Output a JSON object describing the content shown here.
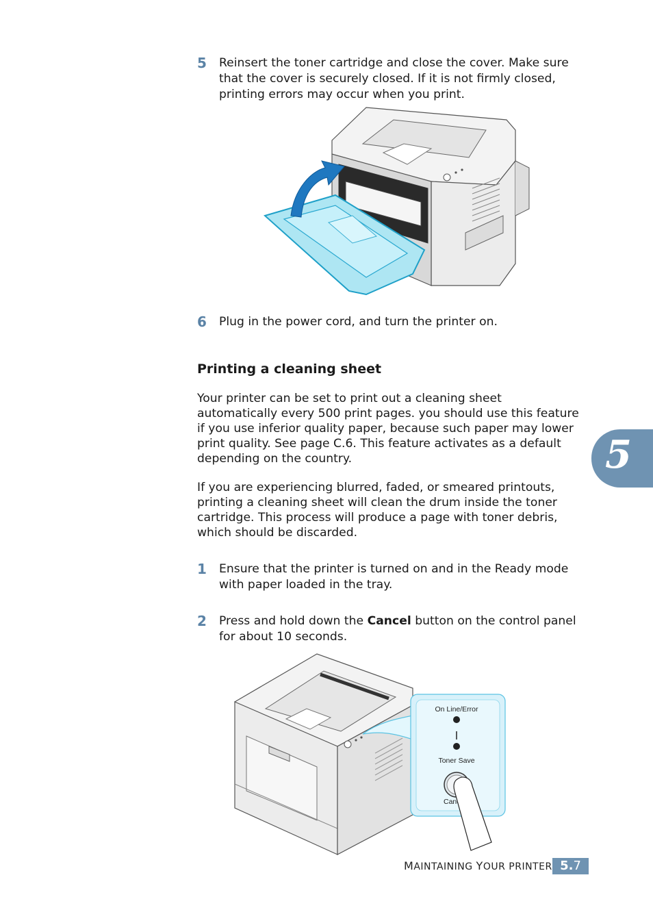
{
  "steps": {
    "s5": {
      "num": "5",
      "text": "Reinsert the toner cartridge and close the cover. Make sure that the cover is securely closed. If it is not firmly closed, printing errors may occur when you print."
    },
    "s6": {
      "num": "6",
      "text": "Plug in the power cord, and turn the printer on."
    },
    "s1": {
      "num": "1",
      "text": "Ensure that the printer is turned on and in the Ready mode with paper loaded in the tray."
    },
    "s2": {
      "num": "2",
      "before": "Press and hold down the ",
      "bold": "Cancel",
      "after": " button on the control panel for about 10 seconds."
    }
  },
  "section": {
    "heading": "Printing a cleaning sheet",
    "para1": "Your printer can be set to print out a cleaning sheet automatically every 500 print pages. you should use this feature if you use inferior quality paper, because such paper may lower print quality. See page C.6. This feature activates as a default depending on the country.",
    "para2": "If you are experiencing blurred, faded, or smeared printouts, printing a cleaning sheet will clean the drum inside the toner cartridge. This process will produce a page with toner debris, which should be discarded."
  },
  "callout": {
    "online_label": "On Line/Error",
    "toner_label": "Toner Save",
    "cancel_label": "Cancel"
  },
  "chapter_tab": "5",
  "footer": {
    "title_cap1": "M",
    "title_rest1": "AINTAINING ",
    "title_cap2": "Y",
    "title_rest2": "OUR PRINTER",
    "page_bold": "5.",
    "page_num": "7"
  },
  "colors": {
    "accent": "#6f93b2",
    "step_number": "#5b83a6",
    "cover_blue": "#aee6f3"
  }
}
